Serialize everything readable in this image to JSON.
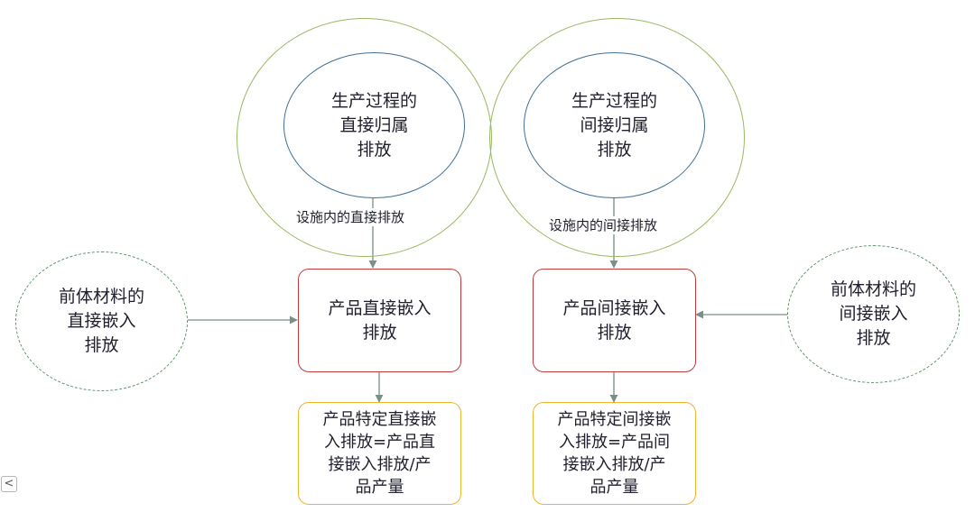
{
  "nodes": {
    "direct_process": "生产过程的\n直接归属\n排放",
    "indirect_process": "生产过程的\n间接归属\n排放",
    "precursor_direct": "前体材料的\n直接嵌入\n排放",
    "precursor_indirect": "前体材料的\n间接嵌入\n排放",
    "product_direct": "产品直接嵌入\n排放",
    "product_indirect": "产品间接嵌入\n排放",
    "specific_direct": "产品特定直接嵌\n入排放=产品直\n接嵌入排放/产\n品产量",
    "specific_indirect": "产品特定间接嵌\n入排放=产品间\n接嵌入排放/产\n品产量"
  },
  "edge_labels": {
    "facility_direct": "设施内的直接排放",
    "facility_indirect": "设施内的间接排放"
  },
  "controls": {
    "collapse_label": "<"
  },
  "colors": {
    "outer_circle": "#9bb862",
    "inner_circle": "#3f6f96",
    "precursor_border": "#5a9468",
    "product_border": "#c43b3b",
    "specific_border": "#f0b429",
    "arrow": "#7a8f87"
  }
}
